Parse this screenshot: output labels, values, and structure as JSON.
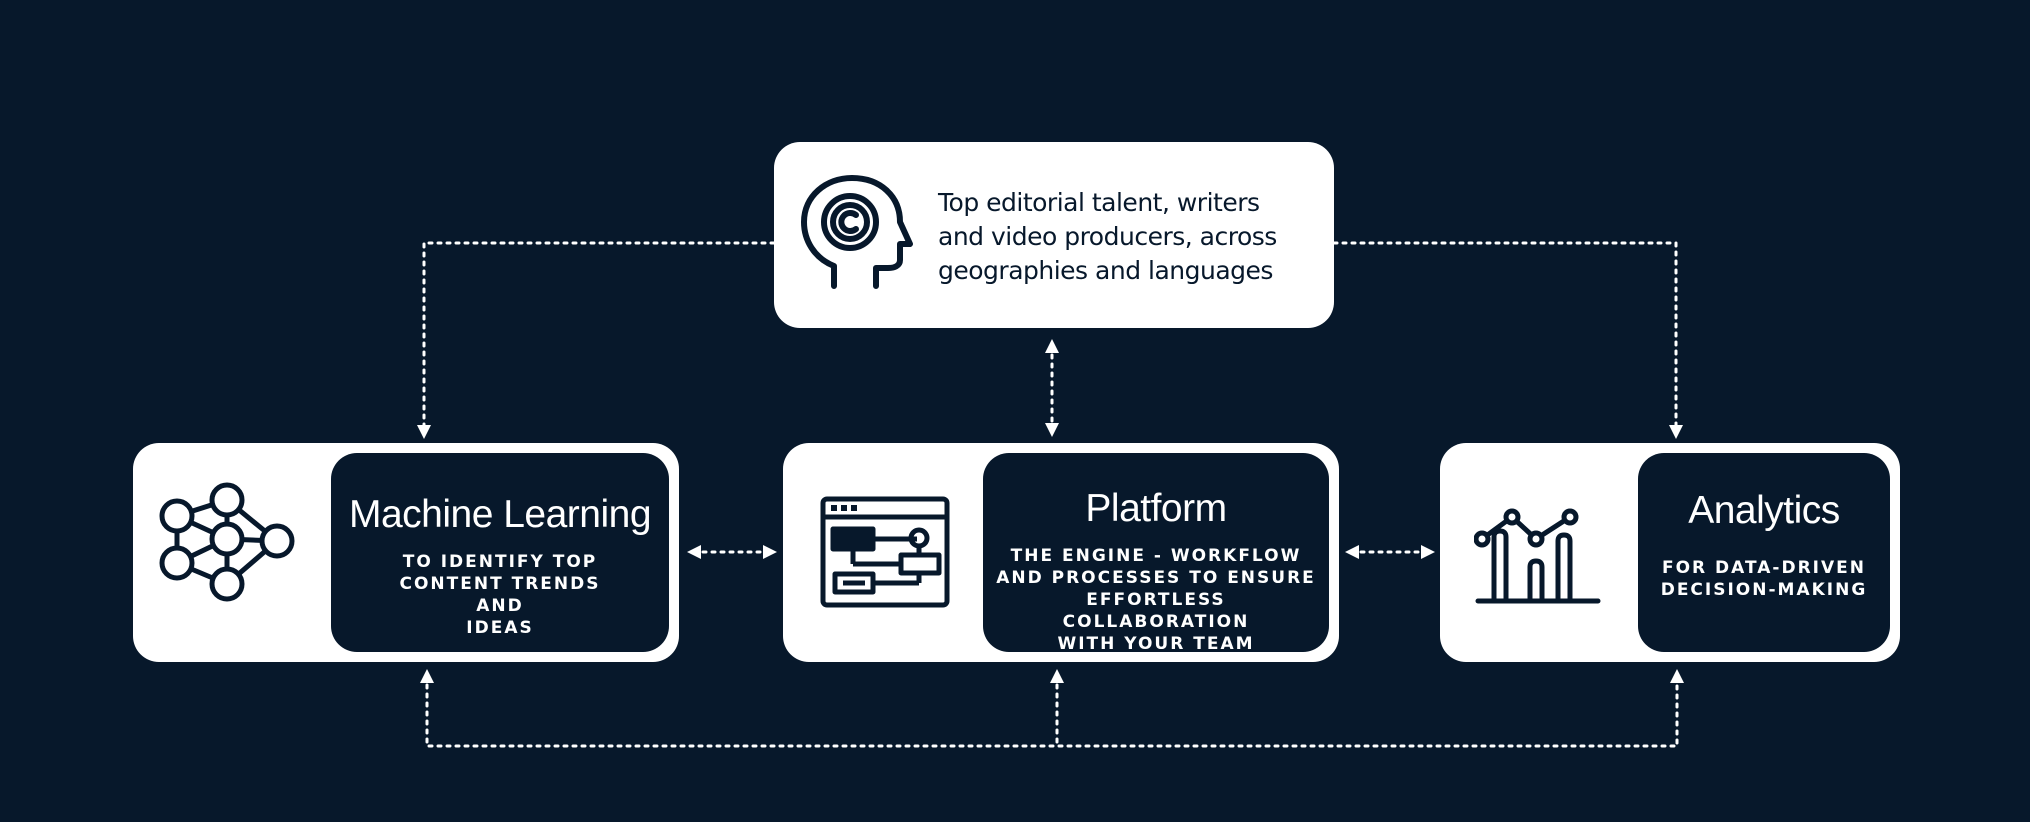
{
  "colors": {
    "background": "#07182b",
    "card": "#ffffff",
    "text_dark": "#07182b",
    "text_light": "#ffffff"
  },
  "top_card": {
    "icon": "copyright-head-icon",
    "lines": [
      "Top editorial talent, writers",
      "and video producers, across",
      "geographies and languages"
    ]
  },
  "nodes": {
    "machine_learning": {
      "icon": "neural-network-icon",
      "title": "Machine Learning",
      "desc_lines": [
        "TO IDENTIFY TOP",
        "CONTENT TRENDS AND",
        "IDEAS"
      ]
    },
    "platform": {
      "icon": "workflow-window-icon",
      "title": "Platform",
      "desc_lines": [
        "THE ENGINE - WORKFLOW",
        "AND PROCESSES TO ENSURE",
        "EFFORTLESS COLLABORATION",
        "WITH YOUR TEAM"
      ]
    },
    "analytics": {
      "icon": "line-bar-chart-icon",
      "title": "Analytics",
      "desc_lines": [
        "FOR DATA-DRIVEN",
        "DECISION-MAKING"
      ]
    }
  }
}
